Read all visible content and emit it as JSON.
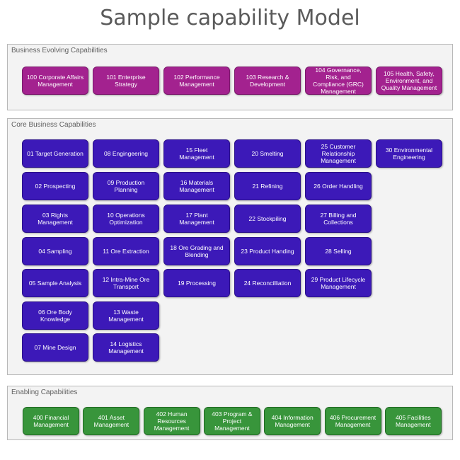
{
  "title": "Sample capability Model",
  "sections": {
    "evolving": {
      "label": "Business Evolving Capabilities",
      "items": [
        "100 Corporate Affairs Management",
        "101 Enterprise Strategy",
        "102 Performance Management",
        "103 Research & Development",
        "104 Governance, Risk, and Compliance (GRC) Management",
        "105 Health, Safety, Environment, and Quality Management"
      ]
    },
    "core": {
      "label": "Core Business Capabilities",
      "columns": [
        [
          "01 Target Generation",
          "02 Prospecting",
          "03 Rights Management",
          "04 Sampling",
          "05 Sample Analysis",
          "06 Ore Body Knowledge",
          "07 Mine Design"
        ],
        [
          "08 Engingeering",
          "09 Production Planning",
          "10 Operations Optimization",
          "11 Ore Extraction",
          "12 Intra-Mine Ore Transport",
          "13 Waste Management",
          "14 Logistics Management"
        ],
        [
          "15 Fleet Management",
          "16 Materials Management",
          "17 Plant Management",
          "18 Ore Grading and Blending",
          "19 Processing"
        ],
        [
          "20 Smelting",
          "21 Refining",
          "22 Stockpiling",
          "23 Product Handing",
          "24 Reconcilliation"
        ],
        [
          "25 Customer Relationship Management",
          "26 Order Handling",
          "27 Billing and Collections",
          "28 Selling",
          "29 Product Lifecycle Management"
        ],
        [
          "30 Environmental Engineering"
        ]
      ]
    },
    "enabling": {
      "label": "Enabling Capabilities",
      "items": [
        "400 Financial Management",
        "401 Asset Management",
        "402 Human Resources Management",
        "403 Program & Project Management",
        "404 Information Management",
        "406 Procurement Management",
        "405 Facilities Management"
      ]
    }
  },
  "colors": {
    "evolving": "#a3228f",
    "core": "#3c19b8",
    "enabling": "#38953b"
  }
}
